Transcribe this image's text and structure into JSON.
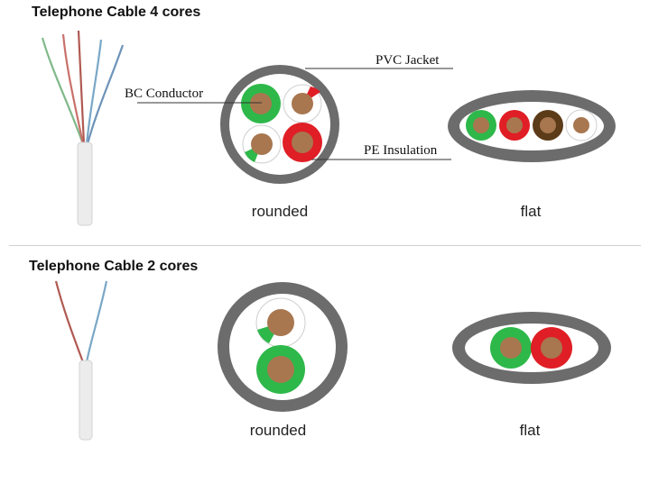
{
  "sections": [
    {
      "title": "Telephone Cable 4 cores",
      "captions": {
        "rounded": "rounded",
        "flat": "flat"
      }
    },
    {
      "title": "Telephone Cable 2 cores",
      "captions": {
        "rounded": "rounded",
        "flat": "flat"
      }
    }
  ],
  "callouts": {
    "pvc_jacket": "PVC Jacket",
    "bc_conductor": "BC Conductor",
    "pe_insulation": "PE Insulation"
  },
  "colors": {
    "jacket": "#666666",
    "conductor": "#a8774f",
    "green": "#2eb84a",
    "red": "#e01e25",
    "brown": "#5c3b19",
    "white": "#ffffff",
    "wire_blue": "#7aa7c7",
    "wire_red": "#c9716b",
    "wire_green": "#7fb98a"
  }
}
